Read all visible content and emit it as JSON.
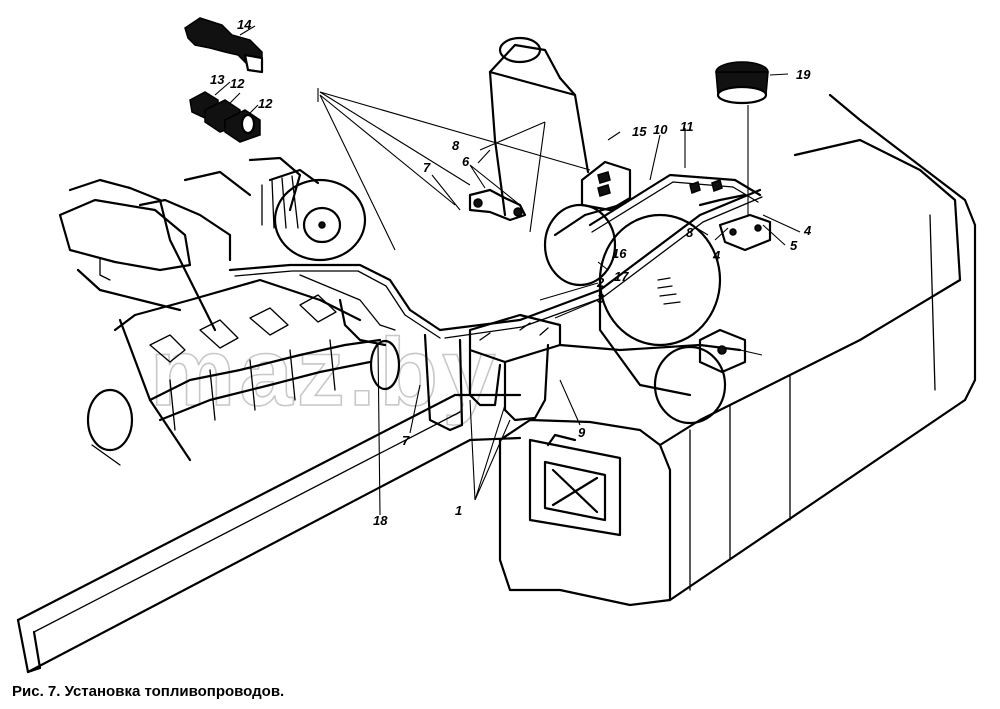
{
  "caption": "Рис. 7. Установка топливопроводов.",
  "watermark": "maz.by",
  "callouts": {
    "c1": "1",
    "c2": "2",
    "c3": "3",
    "c4a": "4",
    "c4b": "4",
    "c5": "5",
    "c6": "6",
    "c7a": "7",
    "c7b": "7",
    "c8a": "8",
    "c8b": "8",
    "c9": "9",
    "c10": "10",
    "c11": "11",
    "c12a": "12",
    "c12b": "12",
    "c13": "13",
    "c14": "14",
    "c15": "15",
    "c16": "16",
    "c17": "17",
    "c18": "18",
    "c19": "19"
  }
}
